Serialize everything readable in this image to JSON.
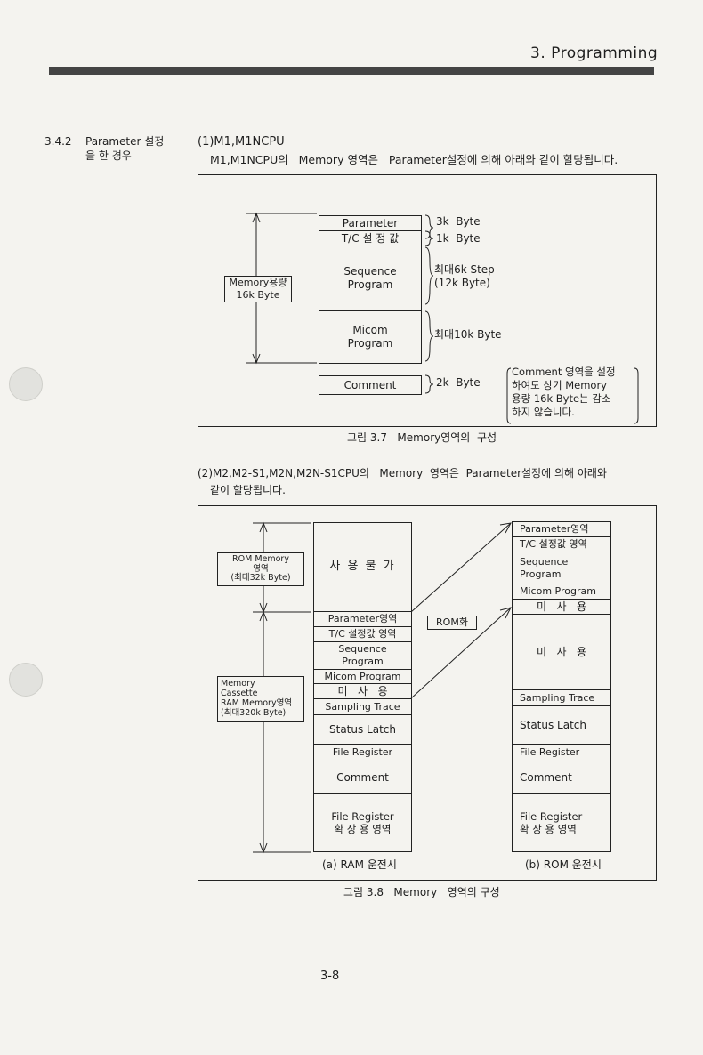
{
  "header": {
    "chapter": "3. Programming"
  },
  "section": {
    "number": "3.4.2",
    "title_line1": "Parameter 설정",
    "title_line2": "을 한 경우"
  },
  "part1": {
    "heading": "(1)M1,M1NCPU",
    "desc": "M1,M1NCPU의   Memory 영역은   Parameter설정에 의해 아래와 같이 할당됩니다.",
    "memory_label": "Memory용량\n16k Byte",
    "rows": [
      {
        "label": "Parameter",
        "note": "3k  Byte"
      },
      {
        "label": "T/C 설 정 값",
        "note": "1k  Byte"
      },
      {
        "label": "Sequence\nProgram",
        "note": "최대6k  Step\n(12k Byte)"
      },
      {
        "label": "Micom\nProgram",
        "note": "최대10k Byte"
      }
    ],
    "comment": {
      "label": "Comment",
      "note": "2k  Byte"
    },
    "side_note": "Comment 영역을 설정\n하여도 상기 Memory\n용량 16k Byte는 감소\n하지 않습니다.",
    "caption": "그림 3.7   Memory영역의  구성"
  },
  "part2": {
    "heading_line1": "(2)M2,M2-S1,M2N,M2N-S1CPU의   Memory  영역은  Parameter설정에 의해 아래와",
    "heading_line2": "같이 할당됩니다.",
    "rom_label": "ROM Memory\n영역\n(최대32k Byte)",
    "cassette_label": "Memory\nCassette\nRAM Memory영역\n(최대320k Byte)",
    "rom_transfer": "ROM화",
    "ram": {
      "unused_top": "사 용 불 가",
      "rows": [
        "Parameter영역",
        "T/C 설정값 영역",
        "Sequence\nProgram",
        "Micom Program",
        "미   사   용",
        "Sampling Trace",
        "Status Latch",
        "File Register",
        "Comment",
        "File Register\n확 장 용 영역"
      ],
      "caption": "(a) RAM 운전시"
    },
    "rom": {
      "rows": [
        "Parameter영역",
        "T/C 설정값 영역",
        "Sequence\nProgram",
        "Micom Program",
        "미   사   용",
        "미   사   용",
        "Sampling Trace",
        "Status Latch",
        "File Register",
        "Comment",
        "File Register\n확 장 용 영역"
      ],
      "caption": "(b) ROM 운전시"
    },
    "caption": "그림 3.8   Memory   영역의 구성"
  },
  "footer": {
    "page": "3-8"
  }
}
